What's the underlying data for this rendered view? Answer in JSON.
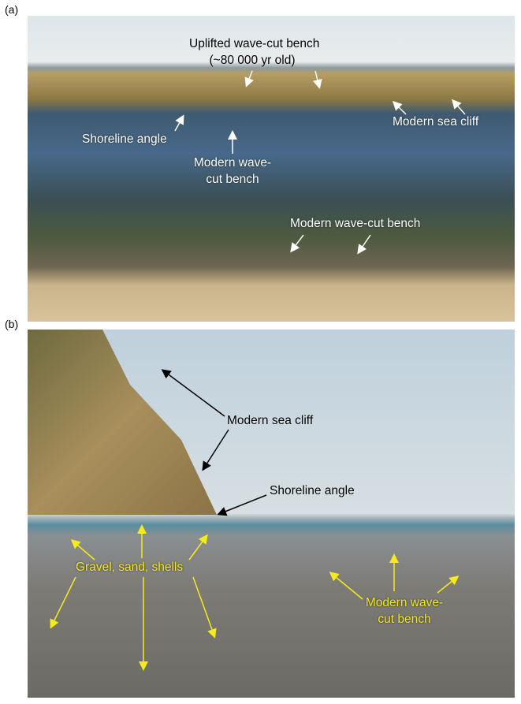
{
  "panel_a": {
    "label": "(a)",
    "uplifted_line1": "Uplifted wave-cut bench",
    "uplifted_line2": "(~80 000 yr old)",
    "shoreline_angle": "Shoreline angle",
    "modern_sea_cliff": "Modern sea cliff",
    "modern_bench_line1": "Modern wave-",
    "modern_bench_line2": "cut bench",
    "modern_bench_lower": "Modern wave-cut bench"
  },
  "panel_b": {
    "label": "(b)",
    "modern_sea_cliff": "Modern sea cliff",
    "shoreline_angle": "Shoreline angle",
    "gravel": "Gravel, sand, shells",
    "modern_bench_line1": "Modern wave-",
    "modern_bench_line2": "cut bench"
  },
  "colors": {
    "white_label": "#ffffff",
    "yellow_label": "#f5ea1a",
    "black_label": "#000000"
  }
}
